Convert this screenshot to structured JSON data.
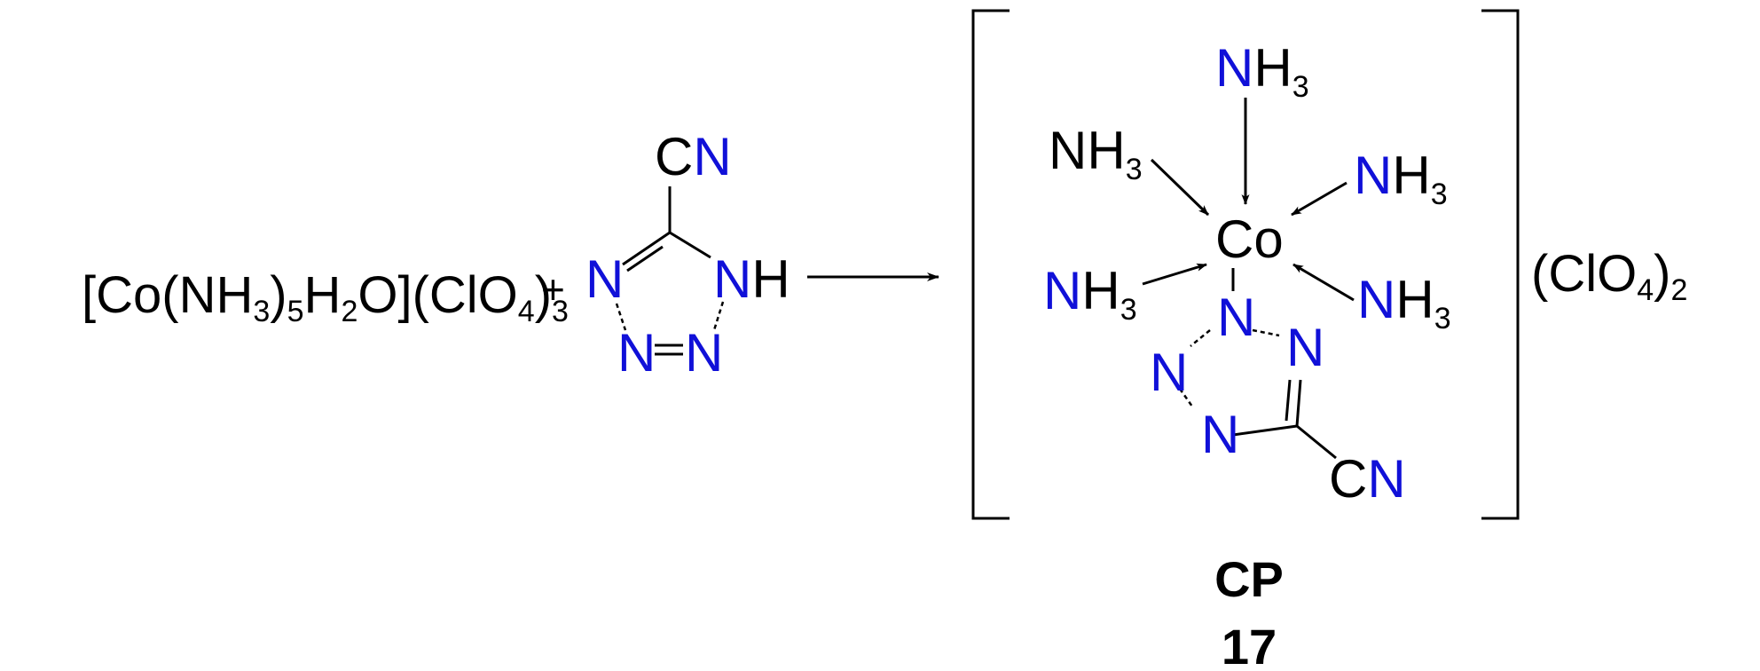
{
  "colors": {
    "black": "#000000",
    "blue": "#1010d8",
    "bg": "#ffffff"
  },
  "reagent": {
    "complex": {
      "br_open": "[",
      "co": "Co(",
      "n": "N",
      "h": "H",
      "sub3a": "3",
      "paren_close": ")",
      "sub5": "5",
      "h2": "H",
      "sub2": "2",
      "o_close": "O](ClO",
      "sub4": "4",
      "paren_close2": ")",
      "sub3b": "3"
    },
    "plus": "+"
  },
  "tetrazole": {
    "cn_c": "C",
    "cn_n": "N",
    "n_left": "N",
    "nh_n": "N",
    "nh_h": "H",
    "n_bottom_left": "N",
    "n_bottom_right": "N"
  },
  "product": {
    "metal": "Co",
    "ligand_n": "N",
    "ligand_h": "H",
    "ligand_sub": "3",
    "ring": {
      "n1": "N",
      "n2": "N",
      "n3": "N",
      "n4": "N",
      "cn_c": "C",
      "cn_n": "N"
    },
    "counterion_open": "(ClO",
    "counterion_sub4": "4",
    "counterion_close": ")",
    "counterion_sub2": "2"
  },
  "label": {
    "line1": "CP",
    "line2": "17"
  }
}
